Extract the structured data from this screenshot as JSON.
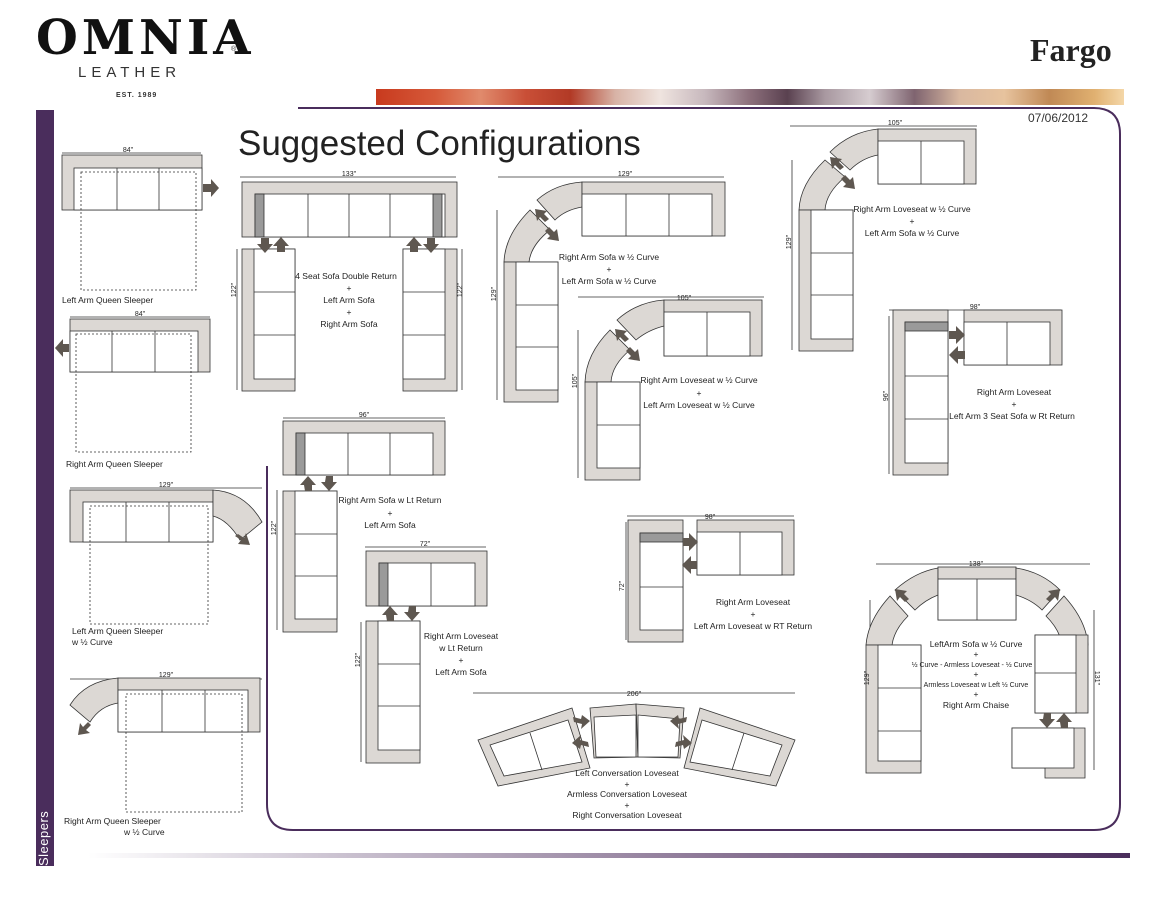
{
  "header": {
    "brand": "OMNIA",
    "brand_sub": "LEATHER",
    "established": "EST. 1989",
    "registered": "®",
    "product_name": "Fargo",
    "date": "07/06/2012",
    "title": "Suggested Configurations",
    "sidebar_label": "Sleepers"
  },
  "sleepers": [
    {
      "dim": "84\"",
      "label": "Left Arm Queen Sleeper"
    },
    {
      "dim": "84\"",
      "label": "Right Arm Queen Sleeper"
    },
    {
      "dim": "129\"",
      "label_line1": "Left Arm Queen Sleeper",
      "label_line2": "w ½ Curve"
    },
    {
      "dim": "129\"",
      "label_line1": "Right Arm Queen Sleeper",
      "label_line2": "w ½ Curve"
    }
  ],
  "configs": {
    "double_return": {
      "width": "133\"",
      "height_left": "122\"",
      "height_right": "122\"",
      "line1": "4 Seat Sofa Double Return",
      "plus": "+",
      "line2": "Left Arm Sofa",
      "line3": "Right Arm Sofa"
    },
    "sofa_curve": {
      "width": "129\"",
      "height": "129\"",
      "line1": "Right Arm Sofa w ½ Curve",
      "plus": "+",
      "line2": "Left Arm Sofa w ½ Curve"
    },
    "loveseat_sofa_curve": {
      "width": "105\"",
      "height": "129\"",
      "line1": "Right Arm Loveseat w ½ Curve",
      "plus": "+",
      "line2": "Left Arm Sofa w ½ Curve"
    },
    "loveseat_curve": {
      "width": "105\"",
      "height": "105\"",
      "line1": "Right Arm Loveseat w ½ Curve",
      "plus": "+",
      "line2": "Left Arm Loveseat w ½ Curve"
    },
    "loveseat_3seat": {
      "width": "98\"",
      "height": "96\"",
      "line1": "Right Arm Loveseat",
      "plus": "+",
      "line2": "Left Arm 3 Seat Sofa w Rt Return"
    },
    "sofa_lt_return": {
      "width": "96\"",
      "height": "122\"",
      "line1": "Right Arm Sofa w Lt Return",
      "plus": "+",
      "line2": "Left Arm Sofa"
    },
    "loveseat_lt_return": {
      "width": "72\"",
      "height": "122\"",
      "line1": "Right Arm Loveseat",
      "line1b": "w Lt Return",
      "plus": "+",
      "line2": "Left Arm Sofa"
    },
    "loveseat_rt_return": {
      "width": "98\"",
      "height": "72\"",
      "line1": "Right Arm Loveseat",
      "plus": "+",
      "line2": "Left Arm Loveseat w RT Return"
    },
    "conversation": {
      "width": "206\"",
      "line1": "Left Conversation Loveseat",
      "plus": "+",
      "line2": "Armless Conversation Loveseat",
      "line3": "Right Conversation Loveseat"
    },
    "chaise": {
      "width": "138\"",
      "height_left": "129\"",
      "height_right": "131\"",
      "line1": "LeftArm Sofa w ½  Curve",
      "plus": "+",
      "line2": "½ Curve - Armless Loveseat - ½ Curve",
      "line3": "Armless Loveseat  w Left ½ Curve",
      "line4": "Right Arm Chaise"
    }
  },
  "colors": {
    "sidebar": "#4a2d5c",
    "frame": "#4a2d5c",
    "arm_fill": "#dcd8d4",
    "back_accent": "#9a9a9a",
    "arrow": "#5e5750"
  }
}
